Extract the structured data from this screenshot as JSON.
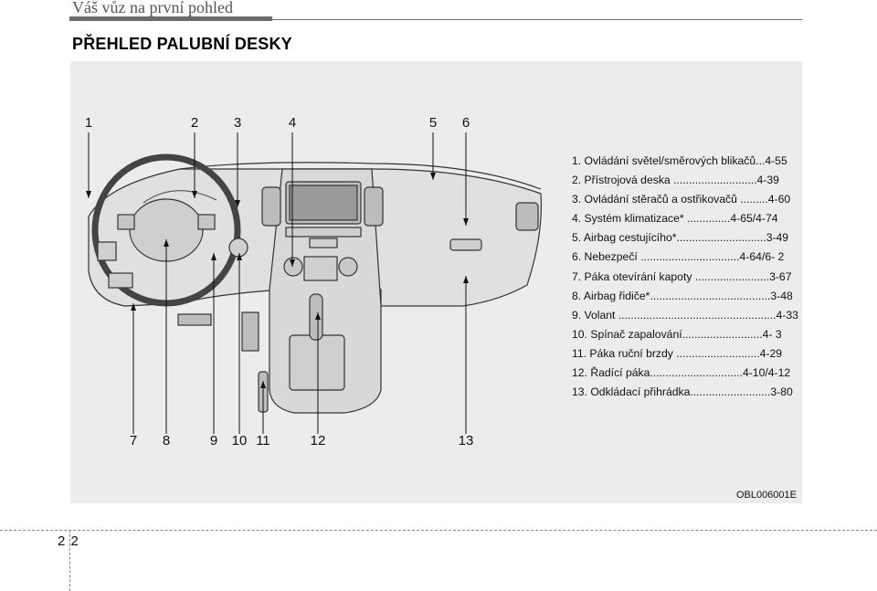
{
  "header": {
    "running_title": "Váš vůz na první pohled"
  },
  "section": {
    "title": "PŘEHLED PALUBNÍ DESKY"
  },
  "callouts_top": [
    "1",
    "2",
    "3",
    "4",
    "5",
    "6"
  ],
  "callouts_bottom": [
    "7",
    "8",
    "9",
    "10",
    "11",
    "12",
    "13"
  ],
  "legend": [
    "1. Ovládání světel/směrových blikačů...4-55",
    "2. Přístrojová deska ...........................4-39",
    "3. Ovládání stěračů a ostřikovačů .........4-60",
    "4. Systém klimatizace* ..............4-65/4-74",
    "5. Airbag cestujícího*.............................3-49",
    "6. Nebezpečí ................................4-64/6- 2",
    "7. Páka otevírání kapoty ........................3-67",
    "8. Airbag řidiče*.......................................3-48",
    "9. Volant ...................................................4-33",
    "10. Spínač zapalování..........................4- 3",
    "11. Páka ruční brzdy ...........................4-29",
    "12. Řadící páka..............................4-10/4-12",
    "13. Odkládací přihrádka..........................3-80"
  ],
  "illustration_code": "OBL006001E",
  "footer": {
    "page": "2 2"
  },
  "colors": {
    "panel": "#ececec",
    "header_bar": "#6b6b6b"
  }
}
